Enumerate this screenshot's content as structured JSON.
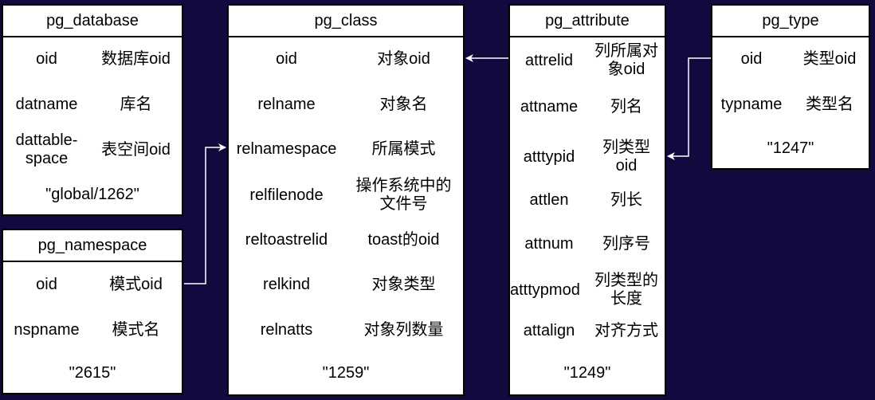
{
  "tables": {
    "pg_database": {
      "title": "pg_database",
      "rows": [
        {
          "field": "oid",
          "desc": "数据库oid"
        },
        {
          "field": "datname",
          "desc": "库名"
        },
        {
          "field": "dattable-\nspace",
          "desc": "表空间oid"
        }
      ],
      "footer": "\"global/1262\""
    },
    "pg_namespace": {
      "title": "pg_namespace",
      "rows": [
        {
          "field": "oid",
          "desc": "模式oid"
        },
        {
          "field": "nspname",
          "desc": "模式名"
        }
      ],
      "footer": "\"2615\""
    },
    "pg_class": {
      "title": "pg_class",
      "rows": [
        {
          "field": "oid",
          "desc": "对象oid"
        },
        {
          "field": "relname",
          "desc": "对象名"
        },
        {
          "field": "relnamespace",
          "desc": "所属模式"
        },
        {
          "field": "relfilenode",
          "desc": "操作系统中的\n文件号"
        },
        {
          "field": "reltoastrelid",
          "desc": "toast的oid"
        },
        {
          "field": "relkind",
          "desc": "对象类型"
        },
        {
          "field": "relnatts",
          "desc": "对象列数量"
        }
      ],
      "footer": "\"1259\""
    },
    "pg_attribute": {
      "title": "pg_attribute",
      "rows": [
        {
          "field": "attrelid",
          "desc": "列所属对\n象oid"
        },
        {
          "field": "attname",
          "desc": "列名"
        },
        {
          "field": "atttypid",
          "desc": "列类型\noid"
        },
        {
          "field": "attlen",
          "desc": "列长"
        },
        {
          "field": "attnum",
          "desc": "列序号"
        },
        {
          "field": "atttypmod",
          "desc": "列类型的\n长度"
        },
        {
          "field": "attalign",
          "desc": "对齐方式"
        }
      ],
      "footer": "\"1249\""
    },
    "pg_type": {
      "title": "pg_type",
      "rows": [
        {
          "field": "oid",
          "desc": "类型oid"
        },
        {
          "field": "typname",
          "desc": "类型名"
        }
      ],
      "footer": "\"1247\""
    }
  },
  "colors": {
    "background": "#14093f",
    "box": "#ffffff",
    "border": "#000000",
    "connector": "#ffffff"
  }
}
